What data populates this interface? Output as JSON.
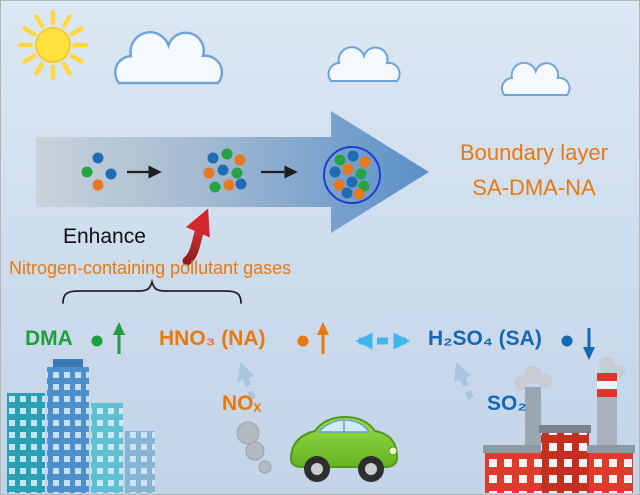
{
  "figure": {
    "boundary_layer": {
      "line1": "Boundary layer",
      "line2": "SA-DMA-NA"
    },
    "enhance": "Enhance",
    "pollutant_header": "Nitrogen-containing pollutant gases",
    "species": [
      {
        "id": "dma",
        "label": "DMA",
        "trend": "up"
      },
      {
        "id": "na",
        "label": "HNO₃ (NA)",
        "trend": "up"
      },
      {
        "id": "sa",
        "label": "H₂SO₄ (SA)",
        "trend": "down"
      }
    ],
    "sources": [
      {
        "id": "nox",
        "label": "NOₓ",
        "emits": "HNO₃ (NA)"
      },
      {
        "id": "so2",
        "label": "SO₂",
        "emits": "H₂SO₄ (SA)"
      }
    ],
    "process": {
      "stages": [
        "initial-monomers",
        "growing-cluster",
        "stable-cluster"
      ],
      "relationship": "NA exchanges with SA; nitrogen-containing pollutant gases enhance boundary-layer SA-DMA-NA cluster formation"
    }
  },
  "colors": {
    "orange": "#e8790f",
    "green": "#1fa03c",
    "blue": "#1668b3",
    "cyan": "#3eb7ea",
    "red": "#cf2630",
    "sky_top": "#dce8f3",
    "sky_bottom": "#c3d4e8",
    "particle_sa": "#1f6cb4",
    "particle_dma": "#27a344",
    "particle_na": "#e87722"
  }
}
